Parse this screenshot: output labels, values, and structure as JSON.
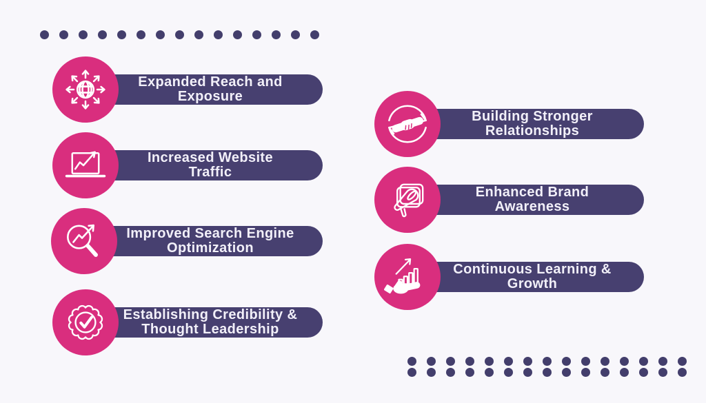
{
  "colors": {
    "background": "#f8f7fb",
    "circle_pink": "#d92e7e",
    "pill_purple": "#474070",
    "dot_purple": "#433e6c",
    "label_text": "#f2f0f9",
    "icon_stroke": "#ffffff"
  },
  "decor": {
    "top_dots_count": 15,
    "bottom_dots_count": 15,
    "bottom_dots_rows": 2
  },
  "items": {
    "left": [
      {
        "icon": "globe-expand-icon",
        "lines": [
          "Expanded Reach and",
          "Exposure"
        ]
      },
      {
        "icon": "laptop-chart-icon",
        "lines": [
          "Increased Website",
          "Traffic"
        ]
      },
      {
        "icon": "search-trend-icon",
        "lines": [
          "Improved Search Engine",
          "Optimization"
        ]
      },
      {
        "icon": "badge-check-icon",
        "lines": [
          "Establishing Credibility &",
          "Thought Leadership"
        ]
      }
    ],
    "right": [
      {
        "icon": "handshake-refresh-icon",
        "lines": [
          "Building Stronger",
          "Relationships"
        ]
      },
      {
        "icon": "megaphone-icon",
        "lines": [
          "Enhanced Brand",
          "Awareness"
        ]
      },
      {
        "icon": "hand-bar-chart-icon",
        "lines": [
          "Continuous Learning &",
          "Growth"
        ]
      }
    ]
  }
}
